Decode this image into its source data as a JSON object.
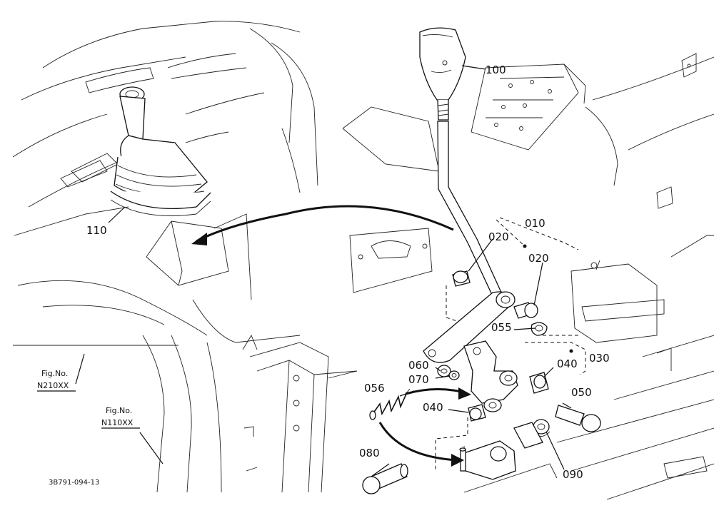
{
  "part_labels": {
    "p010": "010",
    "p020a": "020",
    "p020b": "020",
    "p030": "030",
    "p040a": "040",
    "p040b": "040",
    "p050": "050",
    "p055": "055",
    "p056": "056",
    "p060": "060",
    "p070": "070",
    "p080": "080",
    "p090": "090",
    "p100": "100",
    "p110": "110"
  },
  "fig_refs": {
    "ref1_line1": "Fig.No.",
    "ref1_line2": "N210XX",
    "ref2_line1": "Fig.No.",
    "ref2_line2": "N110XX"
  },
  "drawing_code": "3B791-094-13"
}
